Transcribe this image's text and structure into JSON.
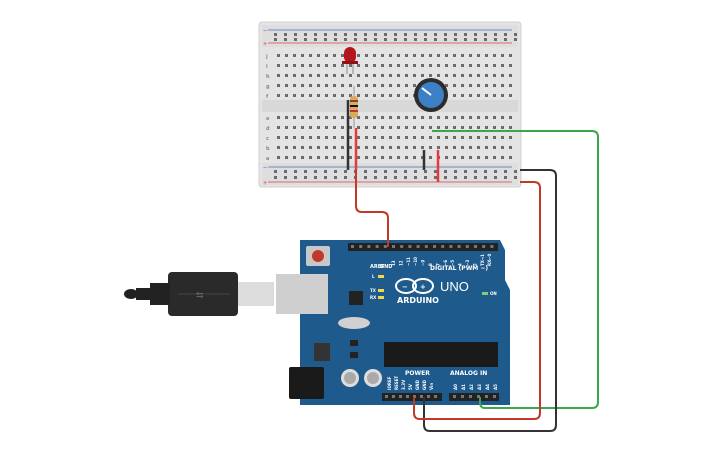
{
  "board": {
    "brand": "ARDUINO",
    "model": "UNO",
    "section_digital": "DIGITAL (PWM ~)",
    "section_power": "POWER",
    "section_analog": "ANALOG IN",
    "label_on": "ON",
    "label_tx": "TX",
    "label_rx": "RX",
    "label_l": "L",
    "label_aref": "AREF",
    "label_gnd": "GND",
    "digital_pins": [
      "13",
      "12",
      "~11",
      "~10",
      "~9",
      "8",
      "7",
      "~6",
      "~5",
      "4",
      "~3",
      "2",
      "TX→1",
      "RX←0"
    ],
    "power_pins": [
      "IOREF",
      "RESET",
      "3.3V",
      "5V",
      "GND",
      "GND",
      "Vin"
    ],
    "analog_pins": [
      "A0",
      "A1",
      "A2",
      "A3",
      "A4",
      "A5"
    ]
  },
  "breadboard": {
    "row_letters_top": [
      "j",
      "i",
      "h",
      "g",
      "f"
    ],
    "row_letters_bottom": [
      "e",
      "d",
      "c",
      "b",
      "a"
    ],
    "rail_plus": "+",
    "rail_minus": "−"
  },
  "colors": {
    "board_blue": "#1f5a8c",
    "breadboard_body": "#e6e6e6",
    "wire_red": "#e23b3b",
    "wire_black": "#333333",
    "wire_green": "#3aa84a",
    "led_red": "#b3171d",
    "pot_blue": "#3b7fc4"
  },
  "components": {
    "led": "led-icon",
    "resistor": "resistor-icon",
    "potentiometer": "potentiometer-icon",
    "usb": "usb-cable-icon",
    "power_jack": "dc-jack-icon"
  }
}
